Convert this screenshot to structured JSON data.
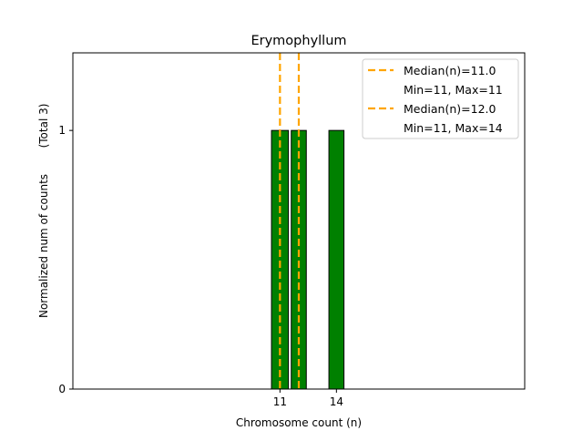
{
  "chart_data": {
    "type": "bar",
    "title": "Erymophyllum",
    "xlabel": "Chromosome count (n)",
    "ylabel": "Normalized num of counts",
    "ylabel_note": "(Total 3)",
    "xlim": [
      0,
      24
    ],
    "ylim": [
      0,
      1.3
    ],
    "xticks": [
      11,
      14
    ],
    "yticks": [
      0,
      1
    ],
    "bars": [
      {
        "x": 11,
        "value": 1,
        "width": 0.9
      },
      {
        "x": 12,
        "value": 1,
        "width": 0.8
      },
      {
        "x": 14,
        "value": 1,
        "width": 0.8
      }
    ],
    "bar_color": "#008000",
    "median_lines": [
      {
        "x": 11.0,
        "label": "Median(n)=11.0",
        "range_label": "Min=11, Max=11"
      },
      {
        "x": 12.0,
        "label": "Median(n)=12.0",
        "range_label": "Min=11, Max=14"
      }
    ],
    "median_color": "#FFA500",
    "legend_position": "top-right",
    "grid": false
  }
}
